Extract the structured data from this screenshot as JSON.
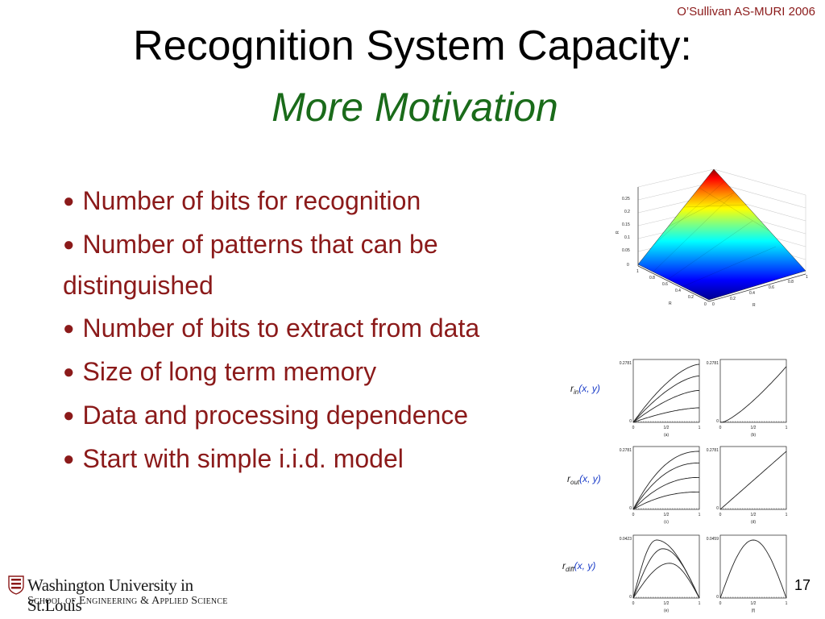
{
  "slide": {
    "credit": "O’Sullivan AS-MURI 2006",
    "title": "Recognition System Capacity:",
    "subtitle": "More Motivation",
    "page_number": "17"
  },
  "bullets": [
    "Number of bits for recognition",
    "Number of patterns that can be distinguished",
    "Number of bits to extract from data",
    "Size of long term memory",
    "Data and processing dependence",
    "Start with simple i.i.d. model"
  ],
  "logo": {
    "line1": "Washington University in St.Louis",
    "line2": "School of Engineering & Applied Science"
  },
  "figure_surface": {
    "z_ticks": [
      "0",
      "0.05",
      "0.1",
      "0.15",
      "0.2",
      "0.25"
    ],
    "left_ticks": [
      "1",
      "0.8",
      "0.6",
      "0.4",
      "0.2",
      "0"
    ],
    "right_ticks": [
      "0",
      "0.2",
      "0.4",
      "0.6",
      "0.8",
      "1"
    ],
    "z_label": "R",
    "left_label": "R",
    "right_label": "R"
  },
  "figure_panels": {
    "row_labels": [
      "r",
      "r",
      "r"
    ],
    "row_subscripts": [
      "in",
      "out",
      "diff"
    ],
    "row_args": [
      "(x, y)",
      "(x, y)",
      "(x, y)"
    ],
    "panels": [
      {
        "ymax": "0.2781",
        "caption": "(a)"
      },
      {
        "ymax": "0.2781",
        "caption": "(b)"
      },
      {
        "ymax": "0.2781",
        "caption": "(c)"
      },
      {
        "ymax": "0.2781",
        "caption": "(d)"
      },
      {
        "ymax": "0.0423",
        "caption": "(e)"
      },
      {
        "ymax": "0.0459",
        "caption": "(f)"
      }
    ],
    "x_ticks": [
      "0",
      "1/2",
      "1"
    ],
    "y_zero": "0"
  }
}
